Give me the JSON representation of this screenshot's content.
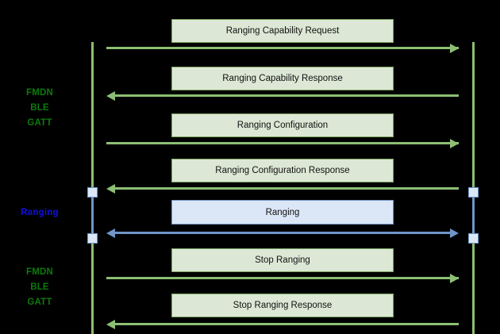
{
  "diagram": {
    "type": "sequence-diagram",
    "background_color": "#000000",
    "colors": {
      "green_line": "#8cbf73",
      "green_box_fill": "#dce8d5",
      "green_box_border": "#7ba362",
      "green_label_text": "#0c7a0c",
      "blue_line": "#6f95c9",
      "blue_box_fill": "#dbe7f7",
      "blue_box_border": "#6f95c9",
      "blue_label_text": "#1111dd",
      "message_text": "#111111"
    }
  },
  "phase_labels": [
    {
      "text": "FMDN\nBLE\nGATT",
      "color": "#0c7a0c",
      "name": "phase-label-fmdn-ble-gatt-top"
    },
    {
      "text": "Ranging",
      "color": "#1111dd",
      "name": "phase-label-ranging"
    },
    {
      "text": "FMDN\nBLE\nGATT",
      "color": "#0c7a0c",
      "name": "phase-label-fmdn-ble-gatt-bottom"
    }
  ],
  "messages": [
    {
      "label": "Ranging Capability Request",
      "direction": "right",
      "style": "green"
    },
    {
      "label": "Ranging Capability Response",
      "direction": "left",
      "style": "green"
    },
    {
      "label": "Ranging Configuration",
      "direction": "right",
      "style": "green"
    },
    {
      "label": "Ranging Configuration Response",
      "direction": "left",
      "style": "green"
    },
    {
      "label": "Ranging",
      "direction": "both",
      "style": "blue"
    },
    {
      "label": "Stop Ranging",
      "direction": "right",
      "style": "green"
    },
    {
      "label": "Stop Ranging Response",
      "direction": "left",
      "style": "green"
    }
  ]
}
